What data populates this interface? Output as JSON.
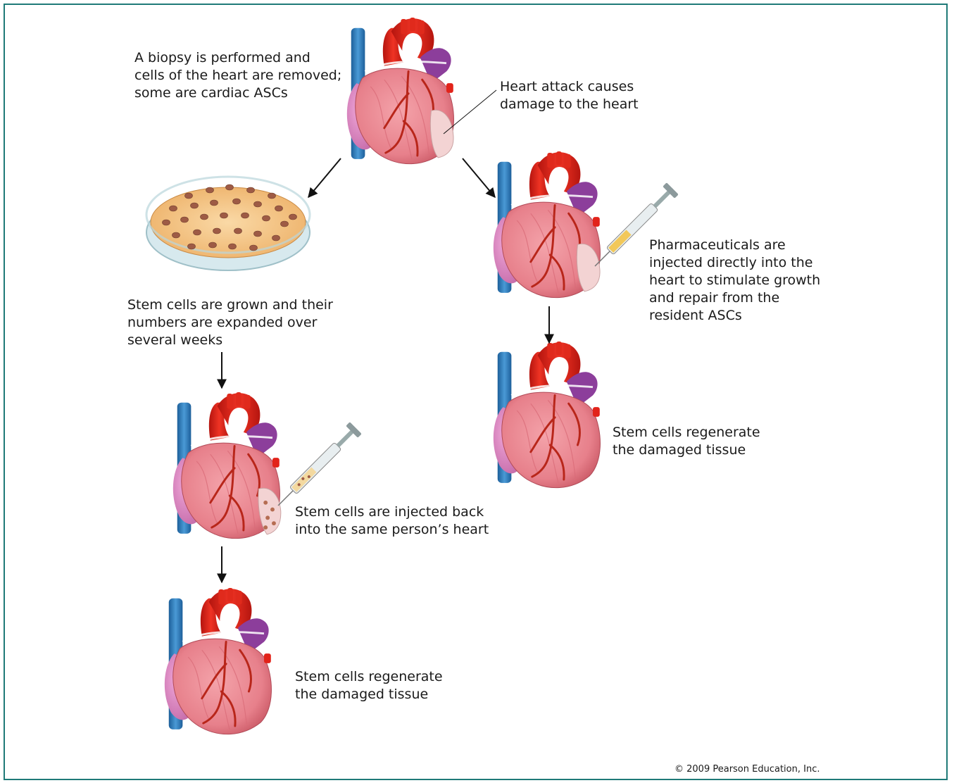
{
  "labels": {
    "biopsy": "A biopsy is performed and\ncells of the heart are removed;\nsome are cardiac ASCs",
    "heart_attack": "Heart attack causes\ndamage to the heart",
    "grown": "Stem cells are grown and their\nnumbers are expanded over\nseveral weeks",
    "pharma": "Pharmaceuticals are\ninjected directly into the\nheart to stimulate growth\nand repair from the\nresident ASCs",
    "regen_right": "Stem cells regenerate\nthe damaged tissue",
    "injected_back": "Stem cells are injected back\ninto the same person’s heart",
    "regen_left": "Stem cells regenerate\nthe damaged tissue"
  },
  "copyright": "© 2009 Pearson Education, Inc.",
  "colors": {
    "frame": "#1f7a78",
    "heart_muscle": "#e9808a",
    "aorta": "#e2231a",
    "vein": "#2f7fc1",
    "pulmonary": "#8a3f9a",
    "damage": "#f2d6d6",
    "dish_medium": "#f5c98e"
  },
  "icons": {
    "heart": "heart-illustration",
    "dish": "petri-dish",
    "syringe": "syringe-icon",
    "arrow": "arrow-down-icon"
  }
}
